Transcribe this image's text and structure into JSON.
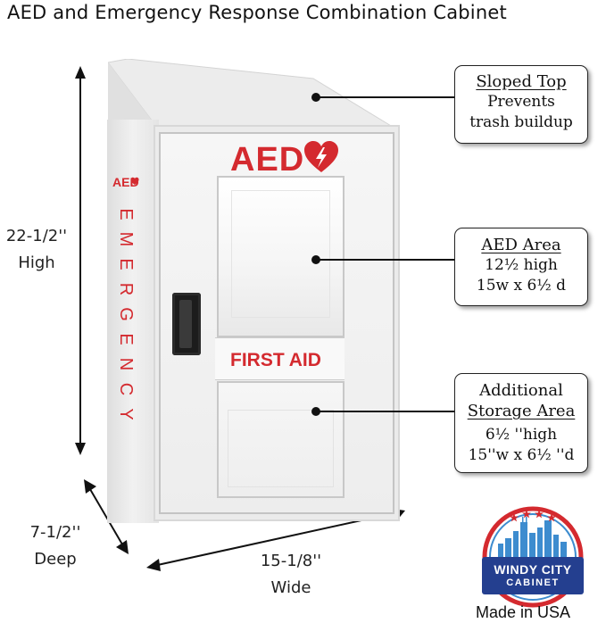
{
  "title": "AED and Emergency Response Combination Cabinet",
  "dimensions": {
    "height_value": "22-1/2''",
    "height_label": "High",
    "depth_value": "7-1/2''",
    "depth_label": "Deep",
    "width_value": "15-1/8''",
    "width_label": "Wide"
  },
  "callouts": {
    "sloped_top": {
      "title": "Sloped Top",
      "lines": [
        "Prevents",
        "trash buildup"
      ]
    },
    "aed_area": {
      "title": "AED Area",
      "lines": [
        "12½ high",
        "15w x 6½ d"
      ]
    },
    "storage_area": {
      "title_lines": [
        "Additional",
        "Storage Area"
      ],
      "lines": [
        "6½ ''high",
        "15''w x 6½ ''d"
      ]
    }
  },
  "cabinet": {
    "front_label": "AED",
    "section_label": "FIRST AID",
    "side_label_aed": "AED",
    "side_label": [
      "E",
      "M",
      "E",
      "R",
      "G",
      "E",
      "N",
      "C",
      "Y"
    ],
    "heart_icon": "aed-heart-lightning-icon"
  },
  "logo": {
    "line1": "WINDY CITY",
    "line2": "CABINET",
    "tagline": "Made in USA",
    "colors": {
      "blue": "#243f8f",
      "red": "#d42a2f",
      "skyline": "#3d8ccf"
    }
  },
  "colors": {
    "accent_red": "#d42a2f"
  }
}
